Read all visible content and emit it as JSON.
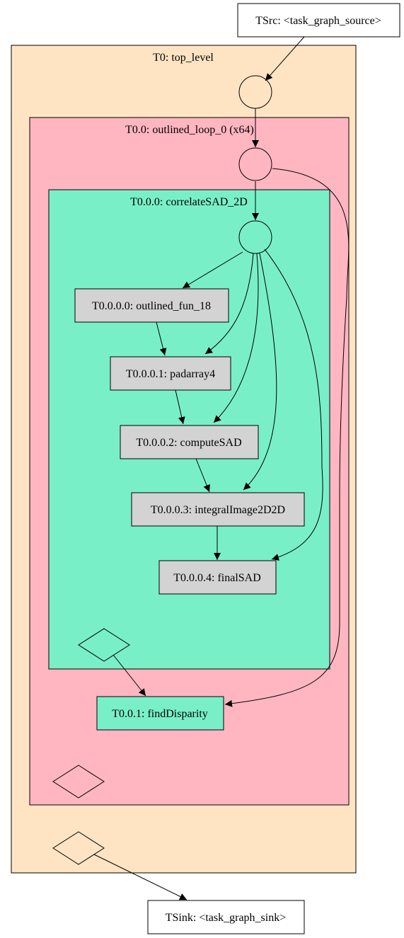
{
  "source": {
    "label": "TSrc: <task_graph_source>"
  },
  "sink": {
    "label": "TSink: <task_graph_sink>"
  },
  "clusters": {
    "top_level": {
      "label": "T0: top_level",
      "fill": "#ffe4c4"
    },
    "loop": {
      "label": "T0.0: outlined_loop_0 (x64)",
      "fill": "#ffb6c1"
    },
    "correlate": {
      "label": "T0.0.0: correlateSAD_2D",
      "fill": "#79efc8"
    }
  },
  "tasks": [
    {
      "label": "T0.0.0.0: outlined_fun_18",
      "fill": "#d3d3d3"
    },
    {
      "label": "T0.0.0.1: padarray4",
      "fill": "#d3d3d3"
    },
    {
      "label": "T0.0.0.2: computeSAD",
      "fill": "#d3d3d3"
    },
    {
      "label": "T0.0.0.3: integralImage2D2D",
      "fill": "#d3d3d3"
    },
    {
      "label": "T0.0.0.4: finalSAD",
      "fill": "#d3d3d3"
    },
    {
      "label": "T0.0.1: findDisparity",
      "fill": "#79efc8"
    }
  ],
  "colors": {
    "stroke": "#000000",
    "background": "#ffffff"
  }
}
